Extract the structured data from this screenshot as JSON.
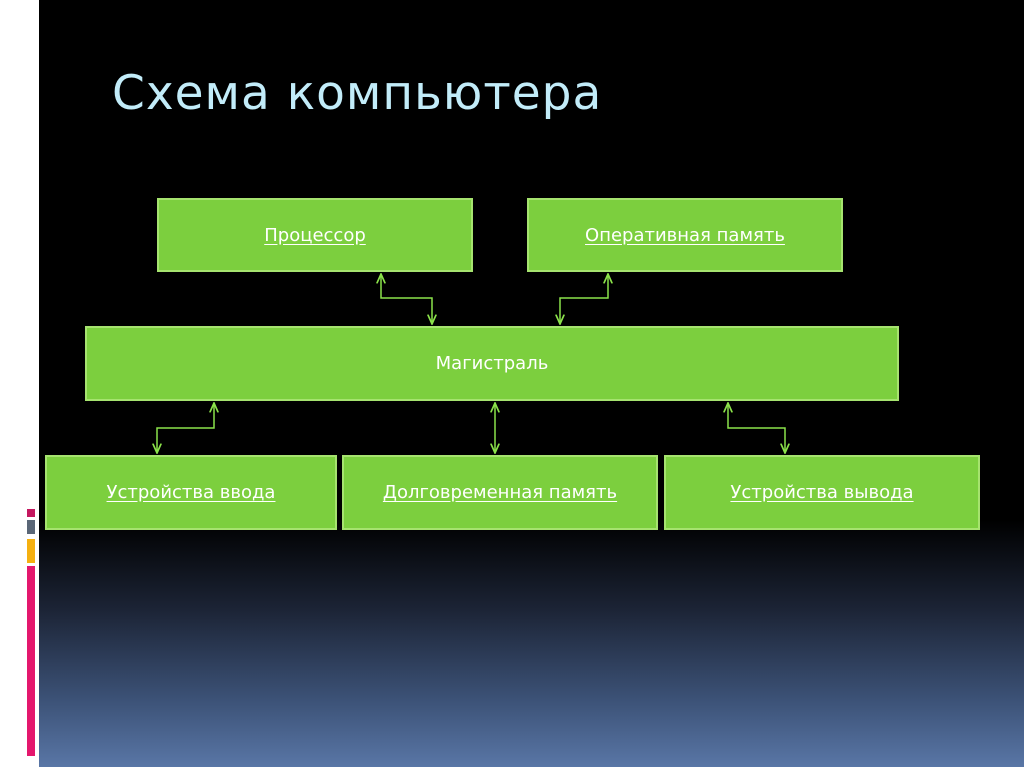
{
  "title": "Схема компьютера",
  "nodes": {
    "processor": "Процессор",
    "ram": "Оперативная память",
    "bus": "Магистраль",
    "input": "Устройства ввода",
    "storage": "Долговременная память",
    "output": "Устройства вывода"
  },
  "colors": {
    "box_fill": "#7ccf3e",
    "box_border": "#a6e36f",
    "connector": "#8be24a",
    "title_text": "#c2ecf9"
  }
}
